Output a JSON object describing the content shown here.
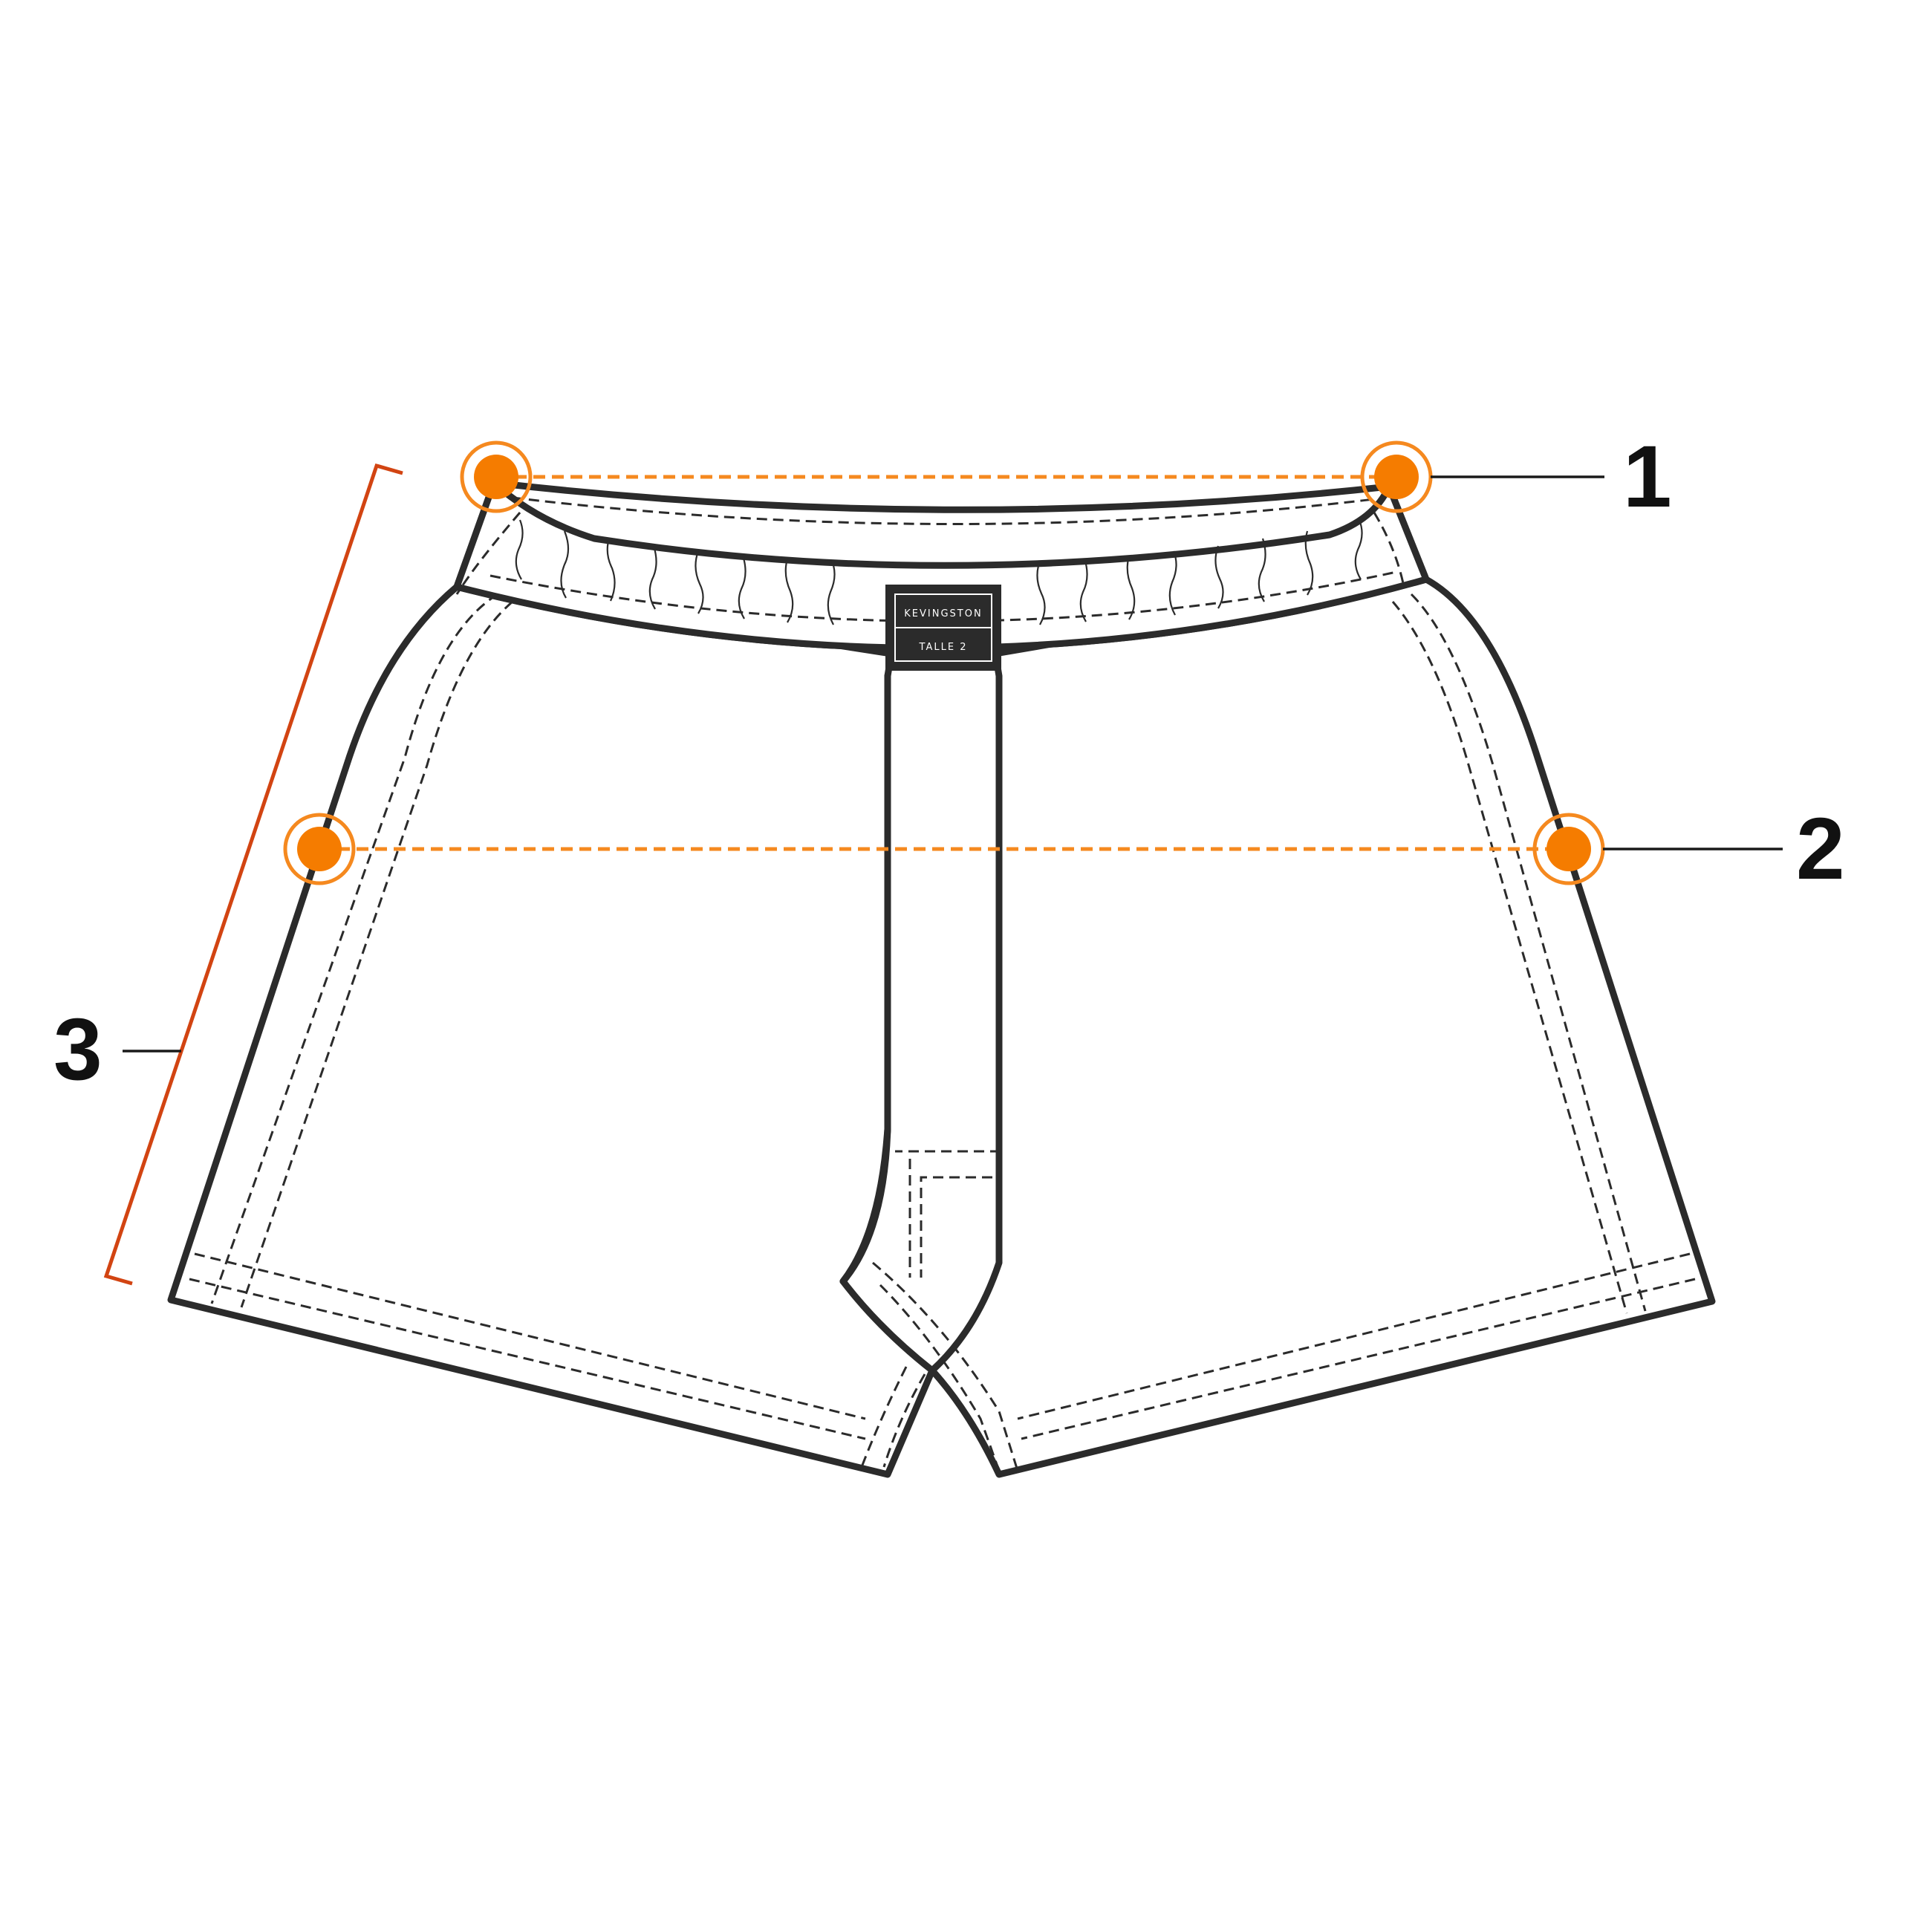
{
  "label": {
    "brand": "KEVINGSTON",
    "size": "TALLE 2"
  },
  "measurements": [
    {
      "number": "1"
    },
    {
      "number": "2"
    },
    {
      "number": "3"
    }
  ],
  "colors": {
    "outline": "#2b2b2b",
    "measure_line": "#f5891f",
    "marker_fill": "#f57c00",
    "length_bracket": "#d24412",
    "background": "#ffffff"
  }
}
